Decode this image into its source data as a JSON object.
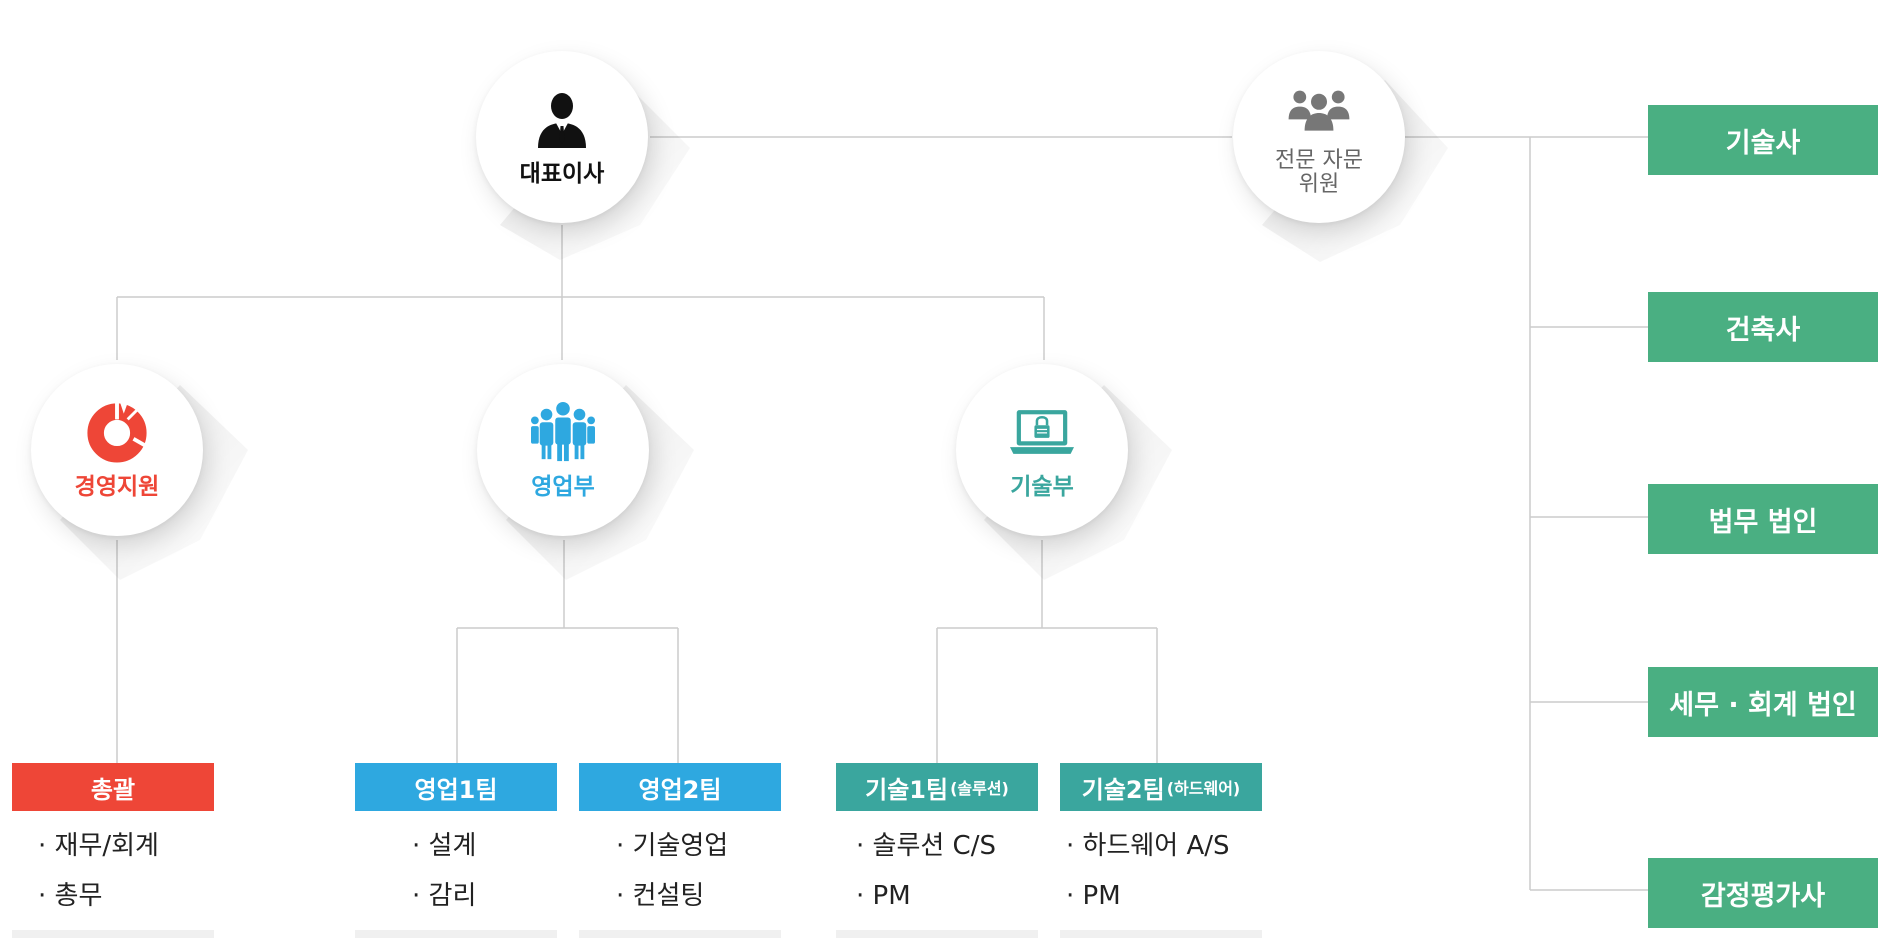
{
  "colors": {
    "ceo": "#111111",
    "advisor": "#777777",
    "management": "#ee4637",
    "sales": "#2ea8e0",
    "tech": "#3aa69e",
    "advisor_bar": "#4aaf82",
    "line": "#cccccc"
  },
  "ceo": {
    "label": "대표이사",
    "icon": "person-suit-icon"
  },
  "advisor": {
    "label_line1": "전문 자문",
    "label_line2": "위원",
    "icon": "group-icon"
  },
  "departments": [
    {
      "label": "경영지원",
      "icon": "donut-chart-icon"
    },
    {
      "label": "영업부",
      "icon": "team-icon"
    },
    {
      "label": "기술부",
      "icon": "laptop-lock-icon"
    }
  ],
  "teams": [
    {
      "label": "총괄",
      "small": "",
      "duties": [
        "· 재무/회계",
        "· 총무"
      ]
    },
    {
      "label": "영업1팀",
      "small": "",
      "duties": [
        "· 설계",
        "· 감리"
      ]
    },
    {
      "label": "영업2팀",
      "small": "",
      "duties": [
        "· 기술영업",
        "· 컨설팅"
      ]
    },
    {
      "label": "기술1팀",
      "small": "(솔루션)",
      "duties": [
        "· 솔루션 C/S",
        "· PM"
      ]
    },
    {
      "label": "기술2팀",
      "small": "(하드웨어)",
      "duties": [
        "· 하드웨어 A/S",
        "· PM"
      ]
    }
  ],
  "advisors": [
    "기술사",
    "건축사",
    "법무 법인",
    "세무 · 회계 법인",
    "감정평가사"
  ]
}
